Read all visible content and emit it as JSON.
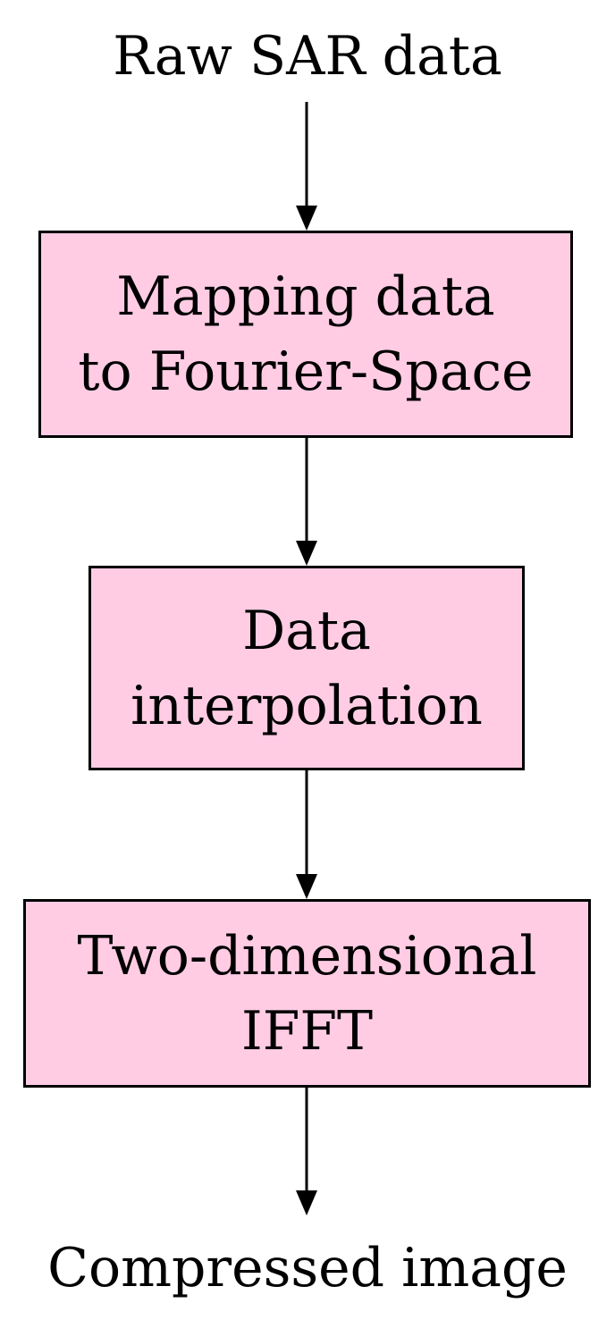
{
  "diagram": {
    "input_label": "Raw SAR data",
    "output_label": "Compressed image",
    "steps": [
      {
        "lines": [
          "Mapping data",
          "to Fourier-Space"
        ]
      },
      {
        "lines": [
          "Data",
          "interpolation"
        ]
      },
      {
        "lines": [
          "Two-dimensional",
          "IFFT"
        ]
      }
    ]
  },
  "colors": {
    "box_fill": "#ffcce4",
    "stroke": "#000000"
  }
}
